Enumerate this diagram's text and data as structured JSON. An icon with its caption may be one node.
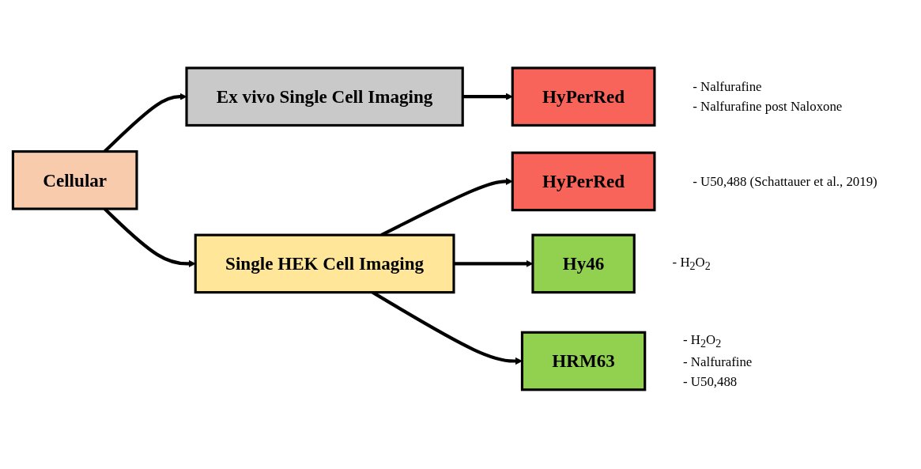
{
  "diagram": {
    "nodes": [
      {
        "text": [
          "Cellular"
        ]
      },
      {
        "text": [
          "Ex vivo Single Cell Imaging"
        ]
      },
      {
        "text": [
          "HyPerRed"
        ],
        "beside": [
          "- Nalfurafine",
          "- Nalfurafine post Naloxone"
        ]
      },
      {
        "text": [
          "Single HEK Cell Imaging"
        ]
      },
      {
        "text": [
          "HyPerRed"
        ],
        "beside": [
          "- U50,488 (Schattauer et al., 2019)"
        ]
      },
      {
        "text": [
          "Hy46"
        ],
        "beside": [
          "- H$_{2}$O$_{2}$"
        ]
      },
      {
        "text": [
          "HRM63"
        ],
        "beside": [
          "- H$_{2}$O$_{2}$",
          "- Nalfurafine",
          "- U50,488"
        ]
      }
    ],
    "edges": [
      {
        "from": 0,
        "to": 1,
        "arrow": "to"
      },
      {
        "from": 0,
        "to": 3,
        "arrow": "to"
      },
      {
        "from": 1,
        "to": 2,
        "arrow": "to"
      },
      {
        "from": 3,
        "to": 4,
        "arrow": "to"
      },
      {
        "from": 3,
        "to": 5,
        "arrow": "to"
      },
      {
        "from": 3,
        "to": 6,
        "arrow": "to"
      }
    ]
  }
}
